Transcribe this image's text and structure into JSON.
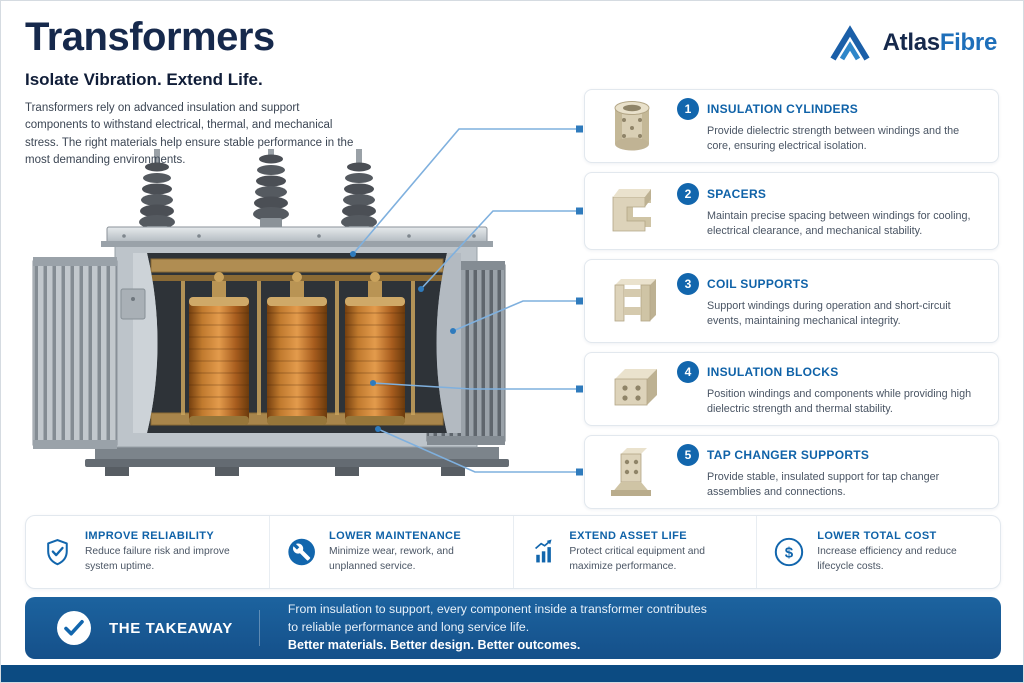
{
  "header": {
    "title": "Transformers",
    "subtitle": "Isolate Vibration. Extend Life.",
    "description": "Transformers rely on advanced insulation and support components to withstand electrical, thermal, and mechanical stress. The right materials help ensure stable performance in the most demanding environments."
  },
  "logo": {
    "word1": "Atlas",
    "word2": "Fibre"
  },
  "callouts": [
    {
      "number": "1",
      "title": "INSULATION CYLINDERS",
      "description": "Provide dielectric strength between windings and the core, ensuring electrical isolation."
    },
    {
      "number": "2",
      "title": "SPACERS",
      "description": "Maintain precise spacing between windings for cooling, electrical clearance, and mechanical stability."
    },
    {
      "number": "3",
      "title": "COIL SUPPORTS",
      "description": "Support windings during operation and short-circuit events, maintaining mechanical integrity."
    },
    {
      "number": "4",
      "title": "INSULATION BLOCKS",
      "description": "Position windings and components while providing high dielectric strength and thermal stability."
    },
    {
      "number": "5",
      "title": "TAP CHANGER SUPPORTS",
      "description": "Provide stable, insulated support for tap changer assemblies and connections."
    }
  ],
  "benefits": [
    {
      "title": "IMPROVE RELIABILITY",
      "description": "Reduce failure risk and improve system uptime.",
      "icon": "shield-check-icon"
    },
    {
      "title": "LOWER MAINTENANCE",
      "description": "Minimize wear, rework, and unplanned service.",
      "icon": "wrench-icon"
    },
    {
      "title": "EXTEND ASSET LIFE",
      "description": "Protect critical equipment and maximize performance.",
      "icon": "bar-chart-icon"
    },
    {
      "title": "LOWER TOTAL COST",
      "description": "Increase efficiency and reduce lifecycle costs.",
      "icon": "dollar-icon"
    }
  ],
  "takeaway": {
    "label": "THE TAKEAWAY",
    "line1": "From insulation to support, every component inside a transformer contributes",
    "line2": "to reliable performance and long service life.",
    "line3": "Better materials. Better design. Better outcomes."
  },
  "icons": {
    "dollar_glyph": "$"
  },
  "colors": {
    "accent_blue": "#1266ad",
    "navy": "#16294c",
    "banner_blue": "#15508a",
    "component_beige": "#ddd3ba",
    "connector_blue": "#7fb0de"
  }
}
